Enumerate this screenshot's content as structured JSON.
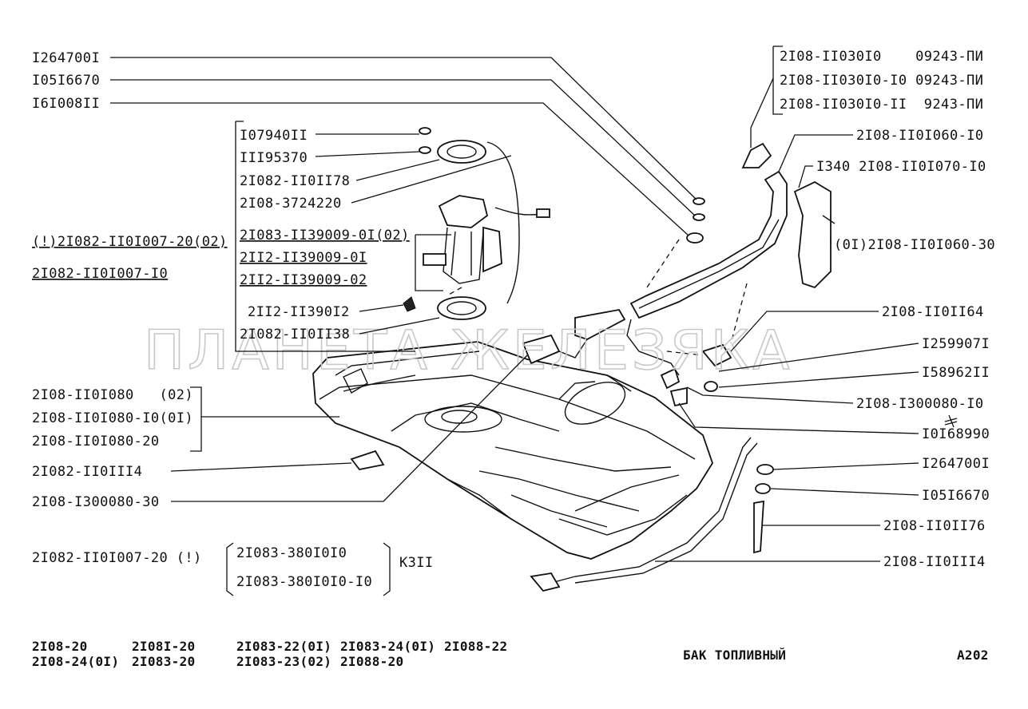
{
  "watermark": "ПЛАНЕТА ЖЕЛЕЗЯКА",
  "left_labels": {
    "l1": "I264700I",
    "l2": "I05I6670",
    "l3": "I6I008II"
  },
  "pump_group": {
    "p1": "I07940II",
    "p2": "III95370",
    "p3": "2I082-II0II78",
    "p4": "2I08-3724220",
    "p5": "2I083-II39009-0I(02)",
    "p6": "2II2-II39009-0I",
    "p7": "2II2-II39009-02",
    "p8": "2II2-II390I2",
    "p9": "2I082-II0II38"
  },
  "tank_variants": {
    "v1": "(!)2I082-II0I007-20(02)",
    "v2": "2I082-II0I007-I0"
  },
  "strap_group": {
    "s1": "2I08-II0I080   (02)",
    "s2": "2I08-II0I080-I0(0I)",
    "s3": "2I08-II0I080-20"
  },
  "lower_left": {
    "a1": "2I082-II0III4",
    "a2": "2I08-I300080-30"
  },
  "bracket_note": {
    "left": "2I082-II0I007-20 (!)",
    "b1": "2I083-380I0I0",
    "b2": "2I083-380I0I0-I0",
    "right": "КЗII"
  },
  "top_right": {
    "t1": "2I08-II030I0    09243-ПИ",
    "t2": "2I08-II030I0-I0 09243-ПИ",
    "t3": "2I08-II030I0-II  9243-ПИ"
  },
  "right_labels": {
    "r1": "2I08-II0I060-I0",
    "r2": "I340 2I08-II0I070-I0",
    "r3": "(0I)2I08-II0I060-30",
    "r4": "2I08-II0II64",
    "r5": "I259907I",
    "r6": "I58962II",
    "r7": "2I08-I300080-I0",
    "r8": "I0I68990",
    "r9": "I264700I",
    "r10": "I05I6670",
    "r11": "2I08-II0II76",
    "r12": "2I08-II0III4"
  },
  "footer": {
    "m1": "2I08-20",
    "m2": "2I08-24(0I)",
    "m3": "2I08I-20",
    "m4": "2I083-20",
    "m5": "2I083-22(0I)",
    "m6": "2I083-23(02)",
    "m7": "2I083-24(0I)",
    "m8": "2I088-20",
    "m9": "2I088-22",
    "title": "БАК ТОПЛИВНЫЙ",
    "code": "A202"
  }
}
